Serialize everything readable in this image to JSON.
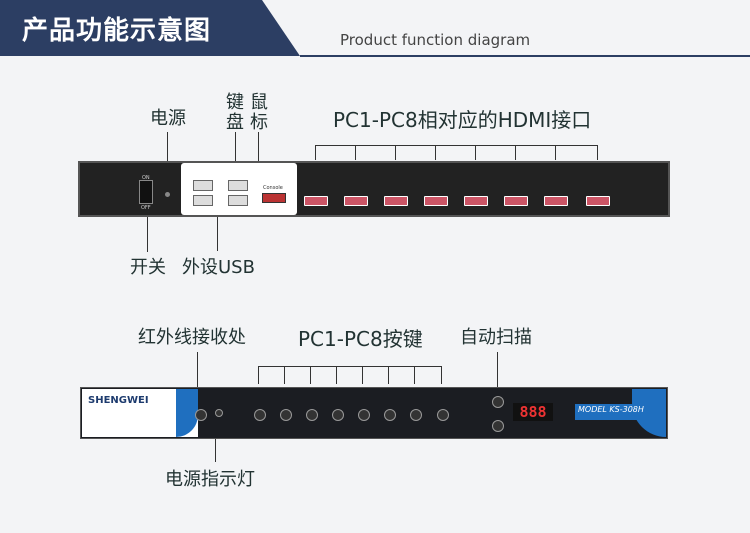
{
  "header": {
    "title": "产品功能示意图",
    "subtitle": "Product function diagram"
  },
  "back_labels": {
    "power": "电源",
    "keyboard": "键\n盘",
    "mouse": "鼠\n标",
    "keyboard_top": "键",
    "keyboard_bottom": "盘",
    "mouse_top": "鼠",
    "mouse_bottom": "标",
    "hdmi_ports": "PC1-PC8相对应的HDMI接口",
    "switch": "开关",
    "usb": "外设USB"
  },
  "front_labels": {
    "ir": "红外线接收处",
    "pc_keys": "PC1-PC8按键",
    "auto_scan": "自动扫描",
    "power_led": "电源指示灯"
  },
  "panel_text": {
    "on": "ON",
    "off": "OFF",
    "brand": "SHENGWEI",
    "model": "MODEL KS-308H",
    "segment_display": "888",
    "console": "Console"
  },
  "colors": {
    "header_dark": "#2c3e63",
    "accent_blue": "#1f6fbf",
    "segment_red": "#e33333"
  }
}
